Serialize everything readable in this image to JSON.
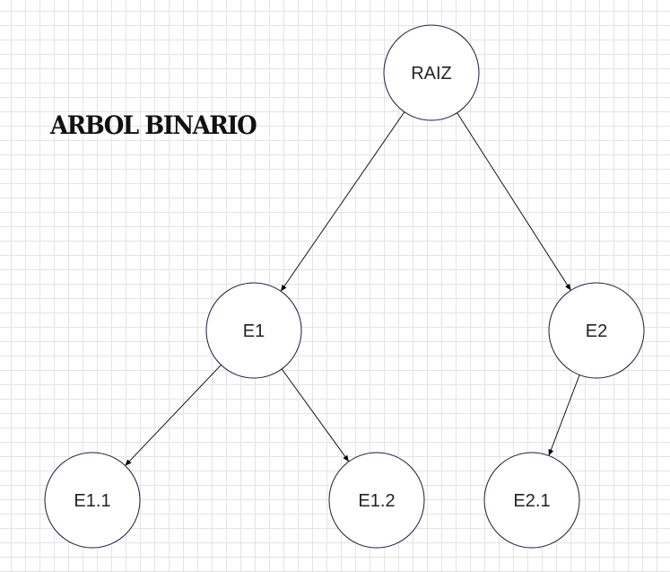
{
  "title": "ARBOL BINARIO",
  "colors": {
    "node_stroke": "#1a1a40",
    "node_fill": "#ffffff",
    "edge": "#000000",
    "text": "#222222",
    "grid": "#e4e4e4"
  },
  "nodes": [
    {
      "id": "raiz",
      "label": "RAIZ"
    },
    {
      "id": "e1",
      "label": "E1"
    },
    {
      "id": "e2",
      "label": "E2"
    },
    {
      "id": "e1-1",
      "label": "E1.1"
    },
    {
      "id": "e1-2",
      "label": "E1.2"
    },
    {
      "id": "e2-1",
      "label": "E2.1"
    }
  ],
  "edges": [
    {
      "from": "raiz",
      "to": "e1"
    },
    {
      "from": "raiz",
      "to": "e2"
    },
    {
      "from": "e1",
      "to": "e1-1"
    },
    {
      "from": "e1",
      "to": "e1-2"
    },
    {
      "from": "e2",
      "to": "e2-1"
    }
  ]
}
